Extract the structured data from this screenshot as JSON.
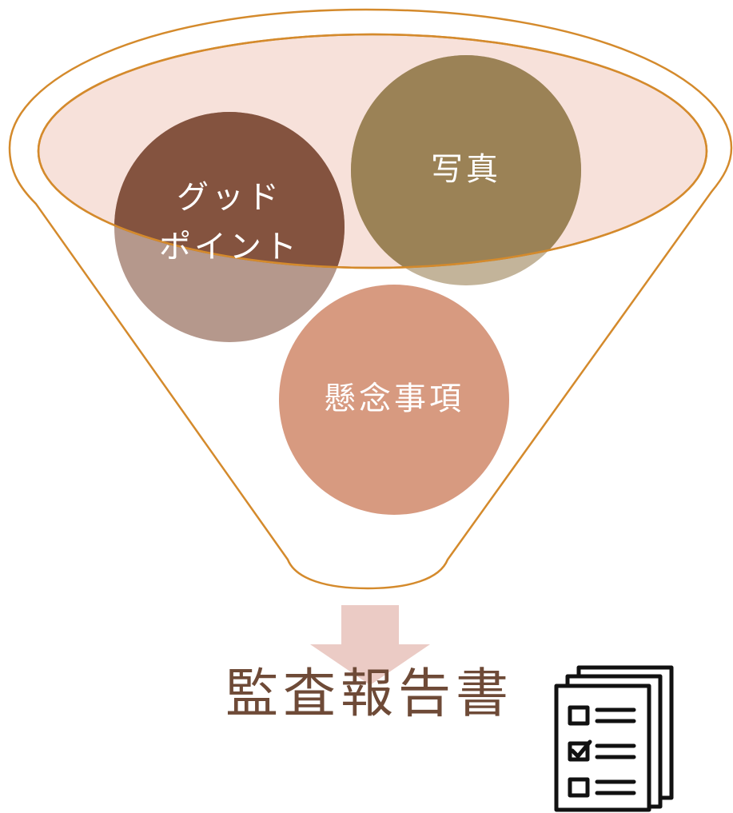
{
  "diagram": {
    "inputs": [
      {
        "id": "good-points",
        "label_lines": [
          "グッド",
          "ポイント"
        ],
        "color": "#84533f"
      },
      {
        "id": "photos",
        "label_lines": [
          "写真"
        ],
        "color": "#9b8256"
      },
      {
        "id": "concerns",
        "label_lines": [
          "懸念事項"
        ],
        "color": "#d79a80"
      }
    ],
    "output": {
      "label": "監査報告書",
      "icon": "checklist-document-icon"
    },
    "colors": {
      "funnel_stroke": "#d48a2c",
      "funnel_fill": "#ffffff",
      "rim_fill": "#f7e1da",
      "arrow_fill": "#ebcbc5",
      "title_color": "#6e4a37"
    }
  }
}
